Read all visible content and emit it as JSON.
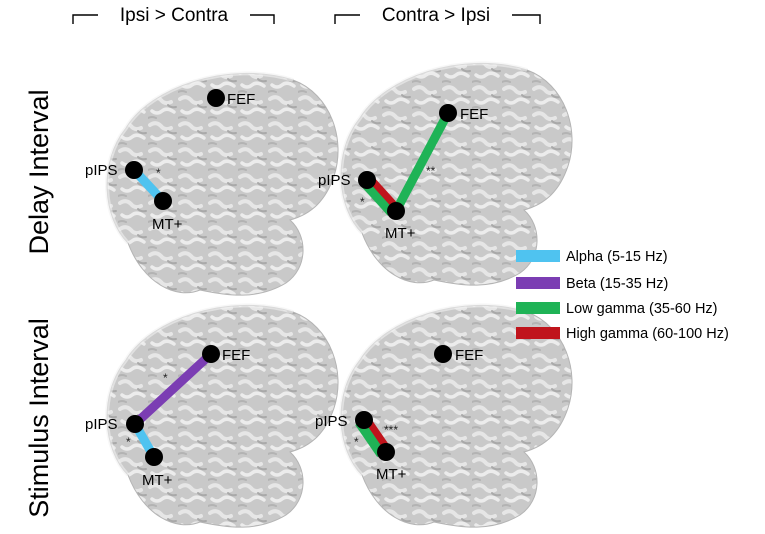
{
  "columns": [
    {
      "label": "Ipsi > Contra"
    },
    {
      "label": "Contra > Ipsi"
    }
  ],
  "rows": [
    {
      "label": "Delay Interval"
    },
    {
      "label": "Stimulus Interval"
    }
  ],
  "legend": [
    {
      "key": "alpha",
      "label": "Alpha (5-15 Hz)",
      "color": "#4fc3f0"
    },
    {
      "key": "beta",
      "label": "Beta (15-35 Hz)",
      "color": "#7b3db3"
    },
    {
      "key": "lowgamma",
      "label": "Low gamma (35-60 Hz)",
      "color": "#1fb356"
    },
    {
      "key": "highgamma",
      "label": "High gamma (60-100 Hz)",
      "color": "#c0141c"
    }
  ],
  "node_names": {
    "FEF": "FEF",
    "pIPS": "pIPS",
    "MT": "MT+"
  },
  "panels": [
    {
      "id": "delay-ipsi",
      "edges": [
        {
          "from": "pIPS",
          "to": "MT",
          "band": "alpha",
          "sig": "*"
        }
      ]
    },
    {
      "id": "delay-contra",
      "edges": [
        {
          "from": "pIPS",
          "to": "MT",
          "band": "highgamma",
          "sig": "*"
        },
        {
          "from": "FEF",
          "to": "MT",
          "band": "lowgamma",
          "sig": "**"
        }
      ]
    },
    {
      "id": "stim-ipsi",
      "edges": [
        {
          "from": "pIPS",
          "to": "FEF",
          "band": "beta",
          "sig": "*"
        },
        {
          "from": "pIPS",
          "to": "MT",
          "band": "alpha",
          "sig": "*"
        }
      ]
    },
    {
      "id": "stim-contra",
      "edges": [
        {
          "from": "pIPS",
          "to": "MT",
          "band": "lowgamma",
          "sig": "*"
        },
        {
          "from": "pIPS",
          "to": "MT",
          "band": "highgamma",
          "sig": "***"
        }
      ]
    }
  ]
}
